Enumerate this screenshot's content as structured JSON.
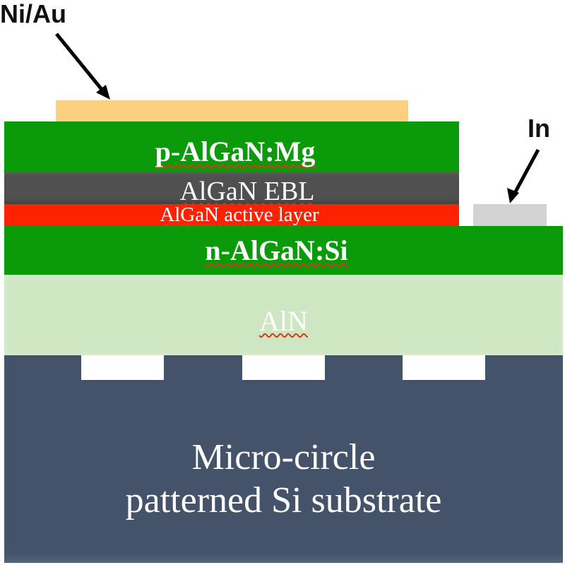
{
  "diagram": {
    "title": "AlGaN LED structure on micro-circle patterned Si substrate",
    "annotations": [
      {
        "label": "Ni/Au",
        "points_to": "ni-au-contact"
      },
      {
        "label": "In",
        "points_to": "in-contact"
      }
    ],
    "layers": [
      {
        "id": "ni-au-contact",
        "label": "",
        "color": "#FCD07E"
      },
      {
        "id": "p-layer",
        "label": "p-AlGaN:Mg",
        "color": "#0A9A0A"
      },
      {
        "id": "ebl-layer",
        "label": "AlGaN EBL",
        "color": "#505050"
      },
      {
        "id": "active-layer",
        "label": "AlGaN active layer",
        "color": "#FF2200"
      },
      {
        "id": "in-contact",
        "label": "",
        "color": "#D3D3D3"
      },
      {
        "id": "n-layer",
        "label": "n-AlGaN:Si",
        "color": "#0A9A0A"
      },
      {
        "id": "aln-layer",
        "label": "AlN",
        "color": "#CFE6C3"
      },
      {
        "id": "si-substrate",
        "label_line1": "Micro-circle",
        "label_line2": "patterned Si substrate",
        "color": "#44536A"
      }
    ],
    "pattern_notches": 3
  }
}
